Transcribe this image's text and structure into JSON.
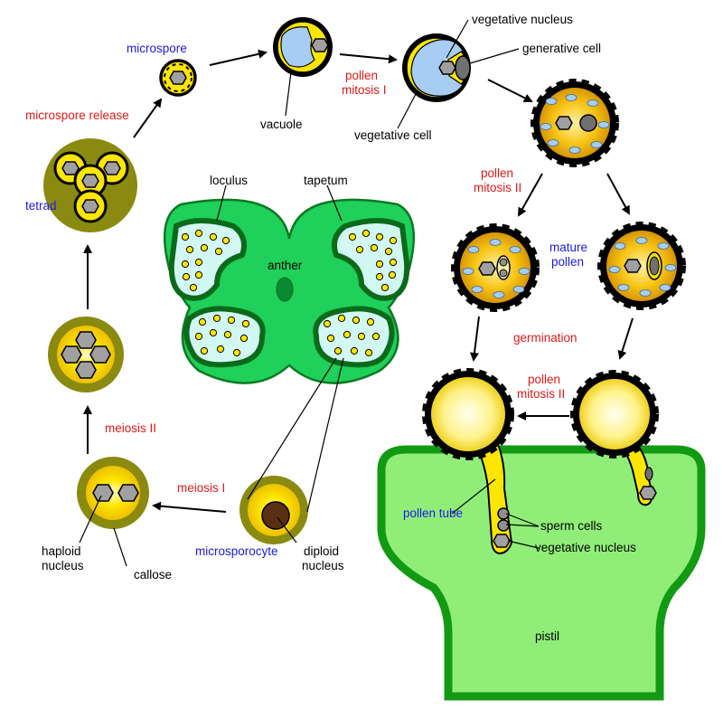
{
  "labels": {
    "microspore": "microspore",
    "microspore_release": "microspore release",
    "tetrad": "tetrad",
    "vacuole": "vacuole",
    "pollen_mitosis_1_line1": "pollen",
    "pollen_mitosis_1_line2": "mitosis I",
    "vegetative_nucleus_top": "vegetative nucleus",
    "generative_cell": "generative cell",
    "vegetative_cell": "vegetative cell",
    "locules": "loculus",
    "tapetum": "tapetum",
    "anther": "anther",
    "pollen_mitosis_2_line1": "pollen",
    "pollen_mitosis_2_line2": "mitosis II",
    "mature_line1": "mature",
    "mature_line2": "pollen",
    "germination": "germination",
    "pollen_mitosis_2b_line1": "pollen",
    "pollen_mitosis_2b_line2": "mitosis II",
    "meiosis_2": "meiosis II",
    "meiosis_1": "meiosis I",
    "pollen_tube": "pollen tube",
    "sperm_cells": "sperm cells",
    "vegetative_nucleus_bottom": "vegetative nucleus",
    "haploid_line1": "haploid",
    "haploid_line2": "nucleus",
    "callose": "callose",
    "microsporocyte": "microsporocyte",
    "diploid_line1": "diploid",
    "diploid_line2": "nucleus",
    "pistil": "pistil"
  },
  "colors": {
    "stage_label": "#e01818",
    "structure_label": "#1a1ae6",
    "anther_fill": "#1fd05a",
    "anther_border": "#0a7a22",
    "pistil_fill": "#90ee78",
    "pistil_border": "#139a13",
    "callose": "#8a8a10",
    "pollen_yellow": "#ffe600",
    "vacuole_blue": "#a8cdf5"
  },
  "icons": [
    "pollen-grain-icon",
    "nucleus-icon",
    "sperm-cell-icon",
    "arrow-icon"
  ]
}
